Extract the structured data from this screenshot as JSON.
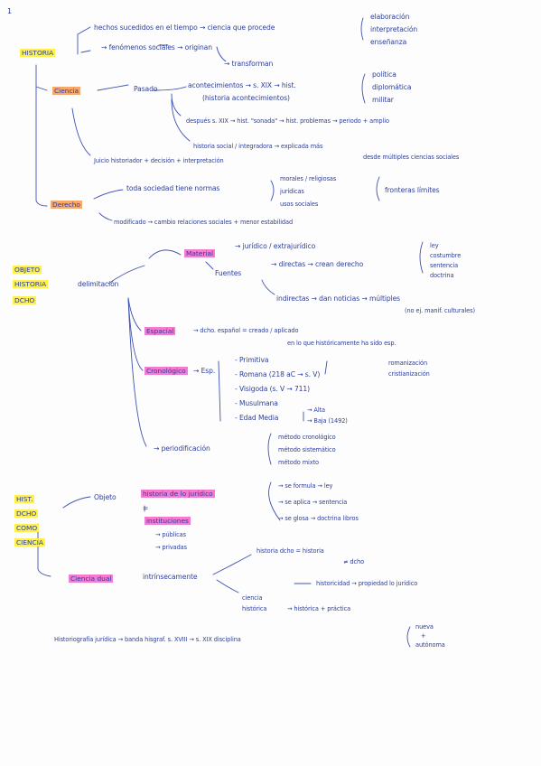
{
  "page_number": "1",
  "historia": {
    "label": "HISTORIA",
    "l1": "hechos sucedidos en el tiempo → ciencia que procede",
    "l1_branches": [
      "elaboración",
      "interpretación",
      "enseñanza"
    ],
    "l2": "→ fenómenos sociales → originan",
    "l3": "→ transforman"
  },
  "ciencia": {
    "label": "Ciencia",
    "pasado": "Pasado",
    "acontecimientos": "acontecimientos → s. XIX → hist.",
    "acont_note": "(historia acontecimientos)",
    "acont_branches": [
      "política",
      "diplomática",
      "militar"
    ],
    "despues": "después s. XIX → hist. \"sonada\" → hist. problemas → periodo + amplio",
    "hsocial": "historia social / integradora → explicada más",
    "hsocial_2": "desde múltiples ciencias sociales",
    "juicio": "Juicio historiador + decisión + interpretación"
  },
  "derecho": {
    "label": "Derecho",
    "toda": "toda sociedad tiene normas",
    "toda_branches": [
      "morales / religiosas",
      "jurídicas",
      "usos sociales"
    ],
    "fronteras": "fronteras límites",
    "modificado": "modificado → cambio relaciones sociales + menor estabilidad"
  },
  "objeto": {
    "label_lines": [
      "OBJETO",
      "HISTORIA",
      "DCHO"
    ],
    "delimitacion": "delimitación",
    "material": "Material",
    "juridico": "→ jurídico / extrajurídico",
    "fuentes": "Fuentes",
    "directas": "→ directas → crean derecho",
    "fuentes_types": [
      "ley",
      "costumbre",
      "sentencia",
      "doctrina"
    ],
    "indirectas": "indirectas → dan noticias → múltiples",
    "indirectas_note": "(no ej. manif. culturales)",
    "espacial": "Espacial",
    "espacial_text": "→ dcho. español = creado / aplicado",
    "espacial_text2": "en lo que históricamente ha sido esp.",
    "cronologico": "Cronológico",
    "esp": "→ Esp.",
    "periods": [
      "- Primitiva",
      "- Romana (218 aC → s. V)",
      "- Visigoda (s. V → 711)",
      "- Musulmana",
      "- Edad Media"
    ],
    "romana_branches": [
      "romanización",
      "cristianización"
    ],
    "edad_media_branches": [
      "→ Alta",
      "→ Baja (1492)"
    ],
    "periodificacion": "→ periodificación",
    "metodos": [
      "método cronológico",
      "método sistemático",
      "método mixto"
    ]
  },
  "hist_dcho": {
    "label_lines": [
      "HIST.",
      "DCHO",
      "COMO",
      "CIENCIA"
    ],
    "objeto": "Objeto",
    "historia_juridico": "historia de lo jurídico",
    "juridico_branches": [
      "→ se formula → ley",
      "→ se aplica → sentencia",
      "→ se glosa → doctrina libros"
    ],
    "eq": "=",
    "instituciones": "instituciones",
    "inst_types": [
      "→ públicas",
      "→ privadas"
    ],
    "ciencia_dual": "Ciencia dual",
    "intrinsecamente": "intrínsecamente",
    "hdcho": "historia dcho = historia",
    "neq": "≠ dcho",
    "ciencia": "ciencia",
    "historica": "histórica",
    "historicidad": "historicidad → propiedad lo jurídico",
    "historica_arrow": "→ histórica + práctica",
    "historiografia": "Historiografía jurídica → banda hisgraf. s. XVIII → s. XIX disciplina",
    "final_branches": [
      "nueva",
      "+",
      "autónoma"
    ]
  }
}
